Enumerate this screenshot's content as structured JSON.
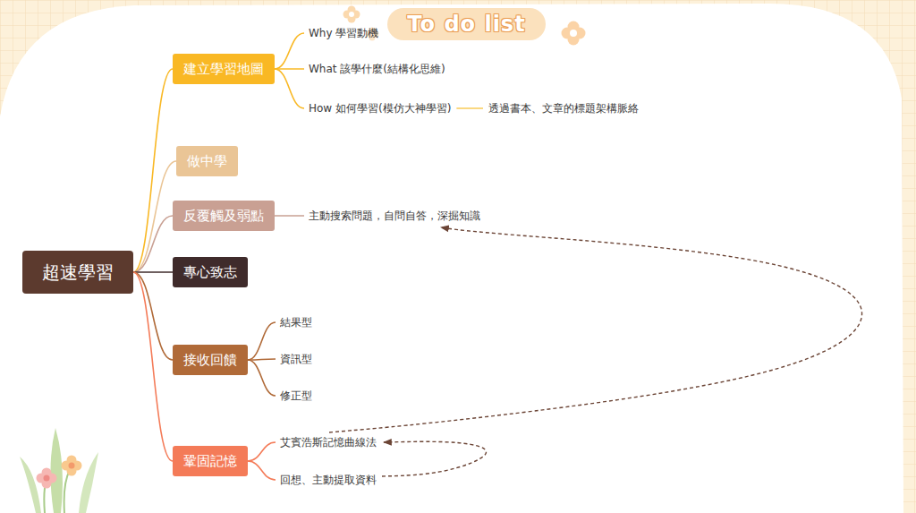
{
  "diagram": {
    "title": "To do list",
    "nodes": [
      {
        "text": [
          "超速學習"
        ]
      },
      {
        "text": [
          "建立學習地圖"
        ]
      },
      {
        "text": [
          "Why 學習動機"
        ]
      },
      {
        "text": [
          "What 該學什麼(結構化思維)"
        ]
      },
      {
        "text": [
          "How 如何學習(模仿大神學習)"
        ]
      },
      {
        "text": [
          "透過書本、文章的標題架構脈絡"
        ]
      },
      {
        "text": [
          "做中學"
        ]
      },
      {
        "text": [
          "反覆觸及弱點"
        ]
      },
      {
        "text": [
          "主動搜索問題，自問自答，深掘知識"
        ]
      },
      {
        "text": [
          "專心致志"
        ]
      },
      {
        "text": [
          "接收回饋"
        ]
      },
      {
        "text": [
          "結果型"
        ]
      },
      {
        "text": [
          "資訊型"
        ]
      },
      {
        "text": [
          "修正型"
        ]
      },
      {
        "text": [
          "鞏固記憶"
        ]
      },
      {
        "text": [
          "艾賓浩斯記憶曲線法"
        ]
      },
      {
        "text": [
          "回想、主動提取資料"
        ]
      }
    ],
    "edges": [
      {
        "from": 0,
        "to": 1,
        "arrow": "none"
      },
      {
        "from": 0,
        "to": 6,
        "arrow": "none"
      },
      {
        "from": 0,
        "to": 7,
        "arrow": "none"
      },
      {
        "from": 0,
        "to": 9,
        "arrow": "none"
      },
      {
        "from": 0,
        "to": 10,
        "arrow": "none"
      },
      {
        "from": 0,
        "to": 14,
        "arrow": "none"
      },
      {
        "from": 1,
        "to": 2,
        "arrow": "none"
      },
      {
        "from": 1,
        "to": 3,
        "arrow": "none"
      },
      {
        "from": 1,
        "to": 4,
        "arrow": "none"
      },
      {
        "from": 4,
        "to": 5,
        "arrow": "none"
      },
      {
        "from": 7,
        "to": 8,
        "arrow": "none"
      },
      {
        "from": 10,
        "to": 11,
        "arrow": "none"
      },
      {
        "from": 10,
        "to": 12,
        "arrow": "none"
      },
      {
        "from": 10,
        "to": 13,
        "arrow": "none"
      },
      {
        "from": 14,
        "to": 15,
        "arrow": "none"
      },
      {
        "from": 14,
        "to": 16,
        "arrow": "none"
      },
      {
        "from": 15,
        "to": 8,
        "arrow": "to"
      },
      {
        "from": 16,
        "to": 15,
        "arrow": "to"
      }
    ]
  }
}
